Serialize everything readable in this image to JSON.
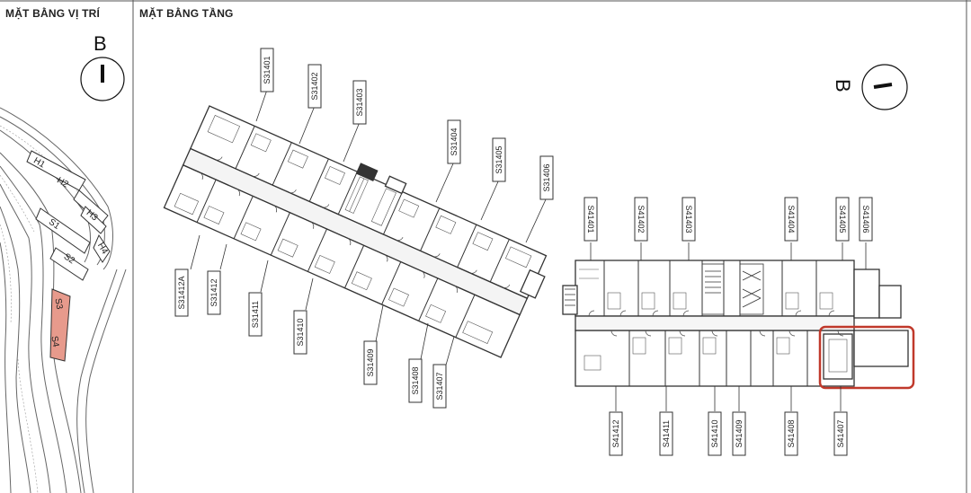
{
  "panels": {
    "location_title": "MẶT BẰNG VỊ TRÍ",
    "floor_title": "MẶT BẰNG TẦNG"
  },
  "compass_letter": "B",
  "site_buildings": [
    "H1",
    "H2",
    "H3",
    "H4",
    "S1",
    "S2",
    "S3",
    "S4"
  ],
  "highlighted_buildings": [
    "S3",
    "S4"
  ],
  "s3_top_units": [
    "S31401",
    "S31402",
    "S31403",
    "S31404",
    "S31405",
    "S31406"
  ],
  "s3_bottom_units": [
    "S31412A",
    "S31412",
    "S31411",
    "S31410",
    "S31409",
    "S31408",
    "S31407"
  ],
  "s4_top_units": [
    "S41401",
    "S41402",
    "S41403",
    "S41404",
    "S41405",
    "S41406"
  ],
  "s4_bottom_units": [
    "S41412",
    "S41411",
    "S41410",
    "S41409",
    "S41408",
    "S41407"
  ],
  "selected_unit": "S41407",
  "colors": {
    "highlight_fill": "#e79a8c",
    "selection_stroke": "#c0392b",
    "line": "#333333"
  }
}
